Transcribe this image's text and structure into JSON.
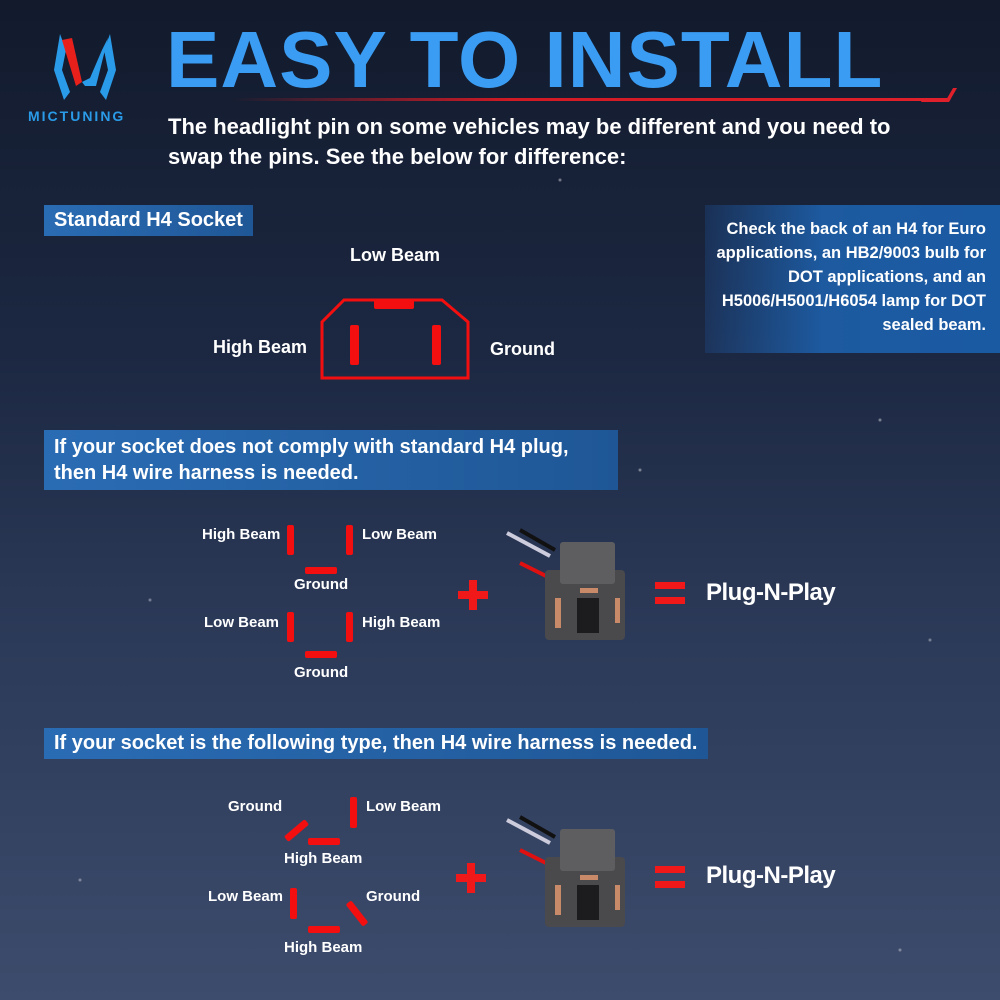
{
  "brand": {
    "name": "MICTUNING"
  },
  "header": {
    "title": "EASY TO INSTALL",
    "subtitle": "The headlight pin on some vehicles may be different and you need to swap the pins. See the below for difference:"
  },
  "standard": {
    "heading": "Standard H4 Socket",
    "low_beam": "Low Beam",
    "high_beam": "High Beam",
    "ground": "Ground"
  },
  "info": {
    "text": "Check the back of an H4 for Euro applications, an HB2/9003 bulb for DOT applications, and an H5006/H5001/H6054 lamp for DOT sealed beam."
  },
  "section2": {
    "heading": "If your socket does not comply with standard H4 plug, then H4 wire harness is needed.",
    "diagram_a": {
      "left": "High Beam",
      "right": "Low Beam",
      "bottom": "Ground"
    },
    "diagram_b": {
      "left": "Low Beam",
      "right": "High Beam",
      "bottom": "Ground"
    },
    "result": "Plug-N-Play"
  },
  "section3": {
    "heading": "If your socket is the following type, then H4 wire harness is needed.",
    "diagram_a": {
      "left": "Ground",
      "right": "Low Beam",
      "bottom": "High Beam"
    },
    "diagram_b": {
      "left": "Low Beam",
      "right": "Ground",
      "bottom": "High Beam"
    },
    "result": "Plug-N-Play"
  },
  "colors": {
    "accent_blue": "#3a9cf2",
    "pin_red": "#f30f0f",
    "box_blue": "#2a6cb4"
  }
}
